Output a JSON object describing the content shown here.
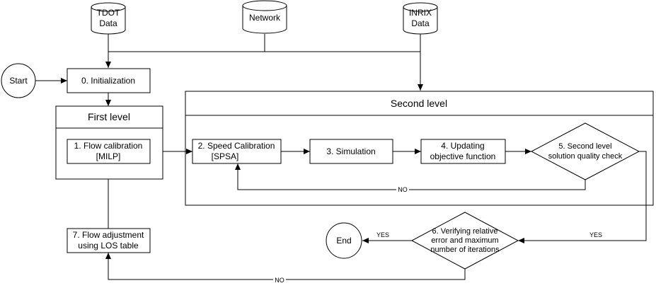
{
  "sources": {
    "tdot": [
      "TDOT",
      "Data"
    ],
    "network": [
      "Network"
    ],
    "inrix": [
      "INRIX",
      "Data"
    ]
  },
  "start_label": "Start",
  "end_label": "End",
  "init_label": "0. Initialization",
  "first_level": {
    "title": "First level",
    "flow_calibration": [
      "1. Flow calibration",
      "[MILP]"
    ]
  },
  "second_level": {
    "title": "Second level",
    "speed_calibration": [
      "2. Speed Calibration",
      "[SPSA]"
    ],
    "simulation": "3. Simulation",
    "updating_objective": [
      "4. Updating",
      "objective function"
    ],
    "quality_check": [
      "5. Second level",
      "solution quality check"
    ],
    "no_label": "NO"
  },
  "verification": {
    "text": [
      "6. Verifying relative",
      "error and maximum",
      "number of iterations"
    ],
    "yes_label_to_end": "YES",
    "no_label": "NO"
  },
  "quality_yes_label": "YES",
  "flow_adjustment": [
    "7. Flow adjustment",
    "using LOS table"
  ]
}
